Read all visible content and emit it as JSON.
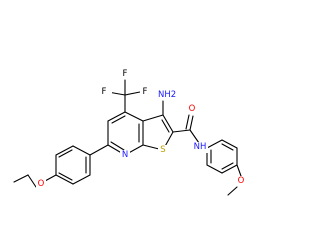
{
  "molecule": {
    "atoms": {
      "F1": "F",
      "F2": "F",
      "F3": "F",
      "amine": "NH2",
      "ring_N": "N",
      "ring_S": "S",
      "carbonyl_O": "O",
      "amide_N": "NH",
      "ether_O_left": "O",
      "ether_O_right": "O"
    }
  }
}
